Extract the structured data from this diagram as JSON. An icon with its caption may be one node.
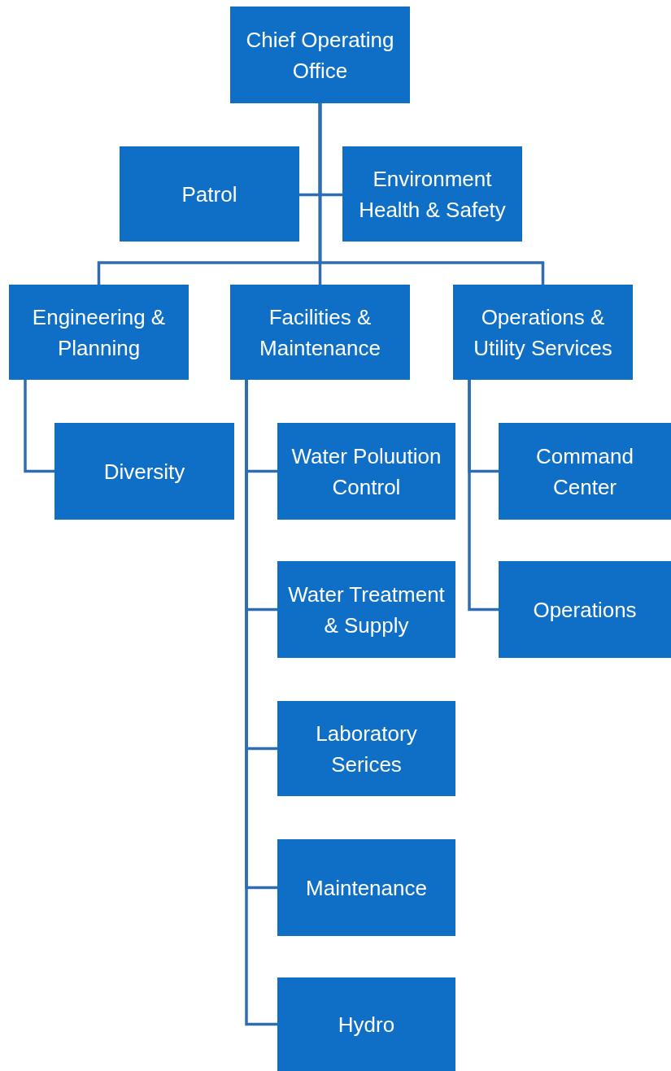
{
  "diagram": {
    "nodes": [
      {
        "text": [
          "Chief Operating Office"
        ]
      },
      {
        "text": [
          "Patrol"
        ]
      },
      {
        "text": [
          "Environment Health & Safety"
        ]
      },
      {
        "text": [
          "Engineering & Planning"
        ]
      },
      {
        "text": [
          "Facilities & Maintenance"
        ]
      },
      {
        "text": [
          "Operations & Utility Services"
        ]
      },
      {
        "text": [
          "Diversity"
        ]
      },
      {
        "text": [
          "Water Poluution Control"
        ]
      },
      {
        "text": [
          "Water Treatment & Supply"
        ]
      },
      {
        "text": [
          "Laboratory Serices"
        ]
      },
      {
        "text": [
          "Maintenance"
        ]
      },
      {
        "text": [
          "Hydro"
        ]
      },
      {
        "text": [
          "Command Center"
        ]
      },
      {
        "text": [
          "Operations"
        ]
      }
    ],
    "edges": [
      {
        "from": 0,
        "to": 1,
        "arrow": "none"
      },
      {
        "from": 0,
        "to": 2,
        "arrow": "none"
      },
      {
        "from": 0,
        "to": 3,
        "arrow": "none"
      },
      {
        "from": 0,
        "to": 4,
        "arrow": "none"
      },
      {
        "from": 0,
        "to": 5,
        "arrow": "none"
      },
      {
        "from": 3,
        "to": 6,
        "arrow": "none"
      },
      {
        "from": 4,
        "to": 7,
        "arrow": "none"
      },
      {
        "from": 4,
        "to": 8,
        "arrow": "none"
      },
      {
        "from": 4,
        "to": 9,
        "arrow": "none"
      },
      {
        "from": 4,
        "to": 10,
        "arrow": "none"
      },
      {
        "from": 4,
        "to": 11,
        "arrow": "none"
      },
      {
        "from": 5,
        "to": 12,
        "arrow": "none"
      },
      {
        "from": 5,
        "to": 13,
        "arrow": "none"
      }
    ]
  }
}
